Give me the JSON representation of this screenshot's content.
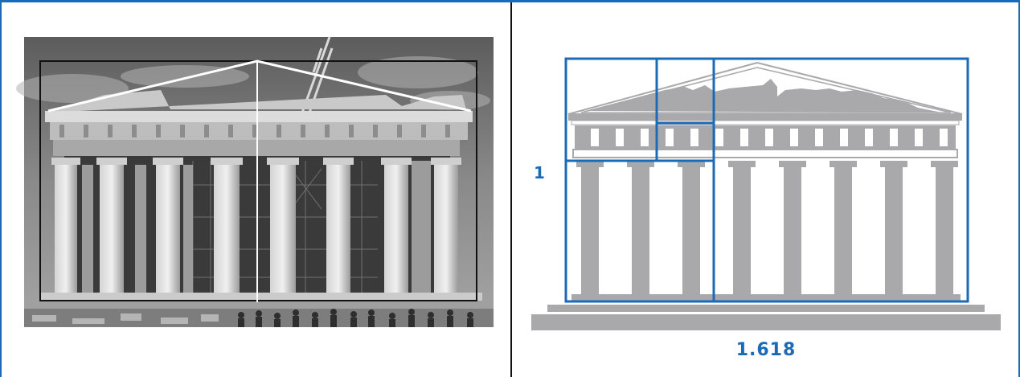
{
  "diagram": {
    "height_ratio_label": "1",
    "width_ratio_label": "1.618"
  },
  "colors": {
    "accent": "#1b6ab8",
    "temple_gray": "#a9a9ab",
    "frame_dark": "#111111"
  },
  "icons": {
    "photo": "parthenon-photo",
    "schematic": "parthenon-silhouette"
  }
}
